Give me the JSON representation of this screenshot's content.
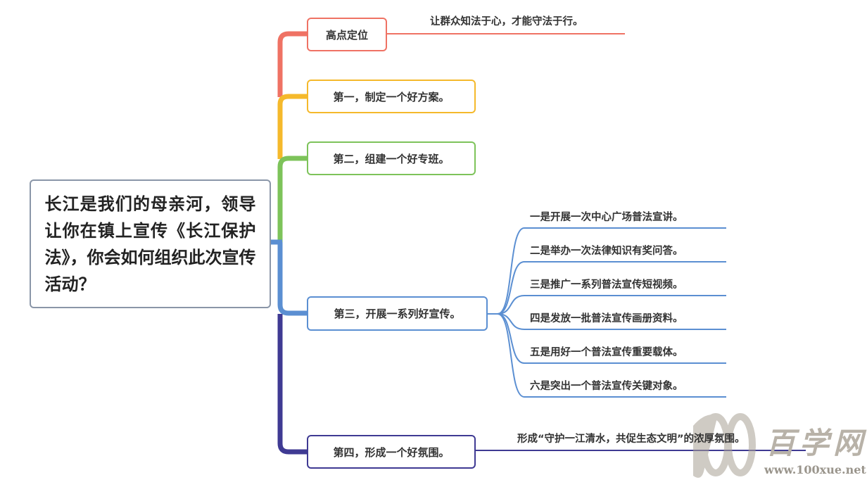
{
  "root": {
    "text": "长江是我们的母亲河，领导让你在镇上宣传《长江保护法》，你会如何组织此次宣传活动？"
  },
  "branches": [
    {
      "label": "高点定位",
      "color": "#ef7264",
      "leaves": [
        "让群众知法于心，才能守法于行。"
      ]
    },
    {
      "label": "第一，制定一个好方案。",
      "color": "#f5b92b",
      "leaves": []
    },
    {
      "label": "第二，组建一个好专班。",
      "color": "#7dc35a",
      "leaves": []
    },
    {
      "label": "第三，开展一系列好宣传。",
      "color": "#5b8fd2",
      "leaves": [
        "一是开展一次中心广场普法宣讲。",
        "二是举办一次法律知识有奖问答。",
        "三是推广一系列普法宣传短视频。",
        "四是发放一批普法宣传画册资料。",
        "五是用好一个普法宣传重要载体。",
        "六是突出一个普法宣传关键对象。"
      ]
    },
    {
      "label": "第四，形成一个好氛围。",
      "color": "#3f3a93",
      "leaves": [
        "形成“守护一江清水，共促生态文明”的浓厚氛围。"
      ]
    }
  ],
  "watermark": {
    "number": "100",
    "brand": "百学网",
    "url": "www.100xue.net"
  }
}
